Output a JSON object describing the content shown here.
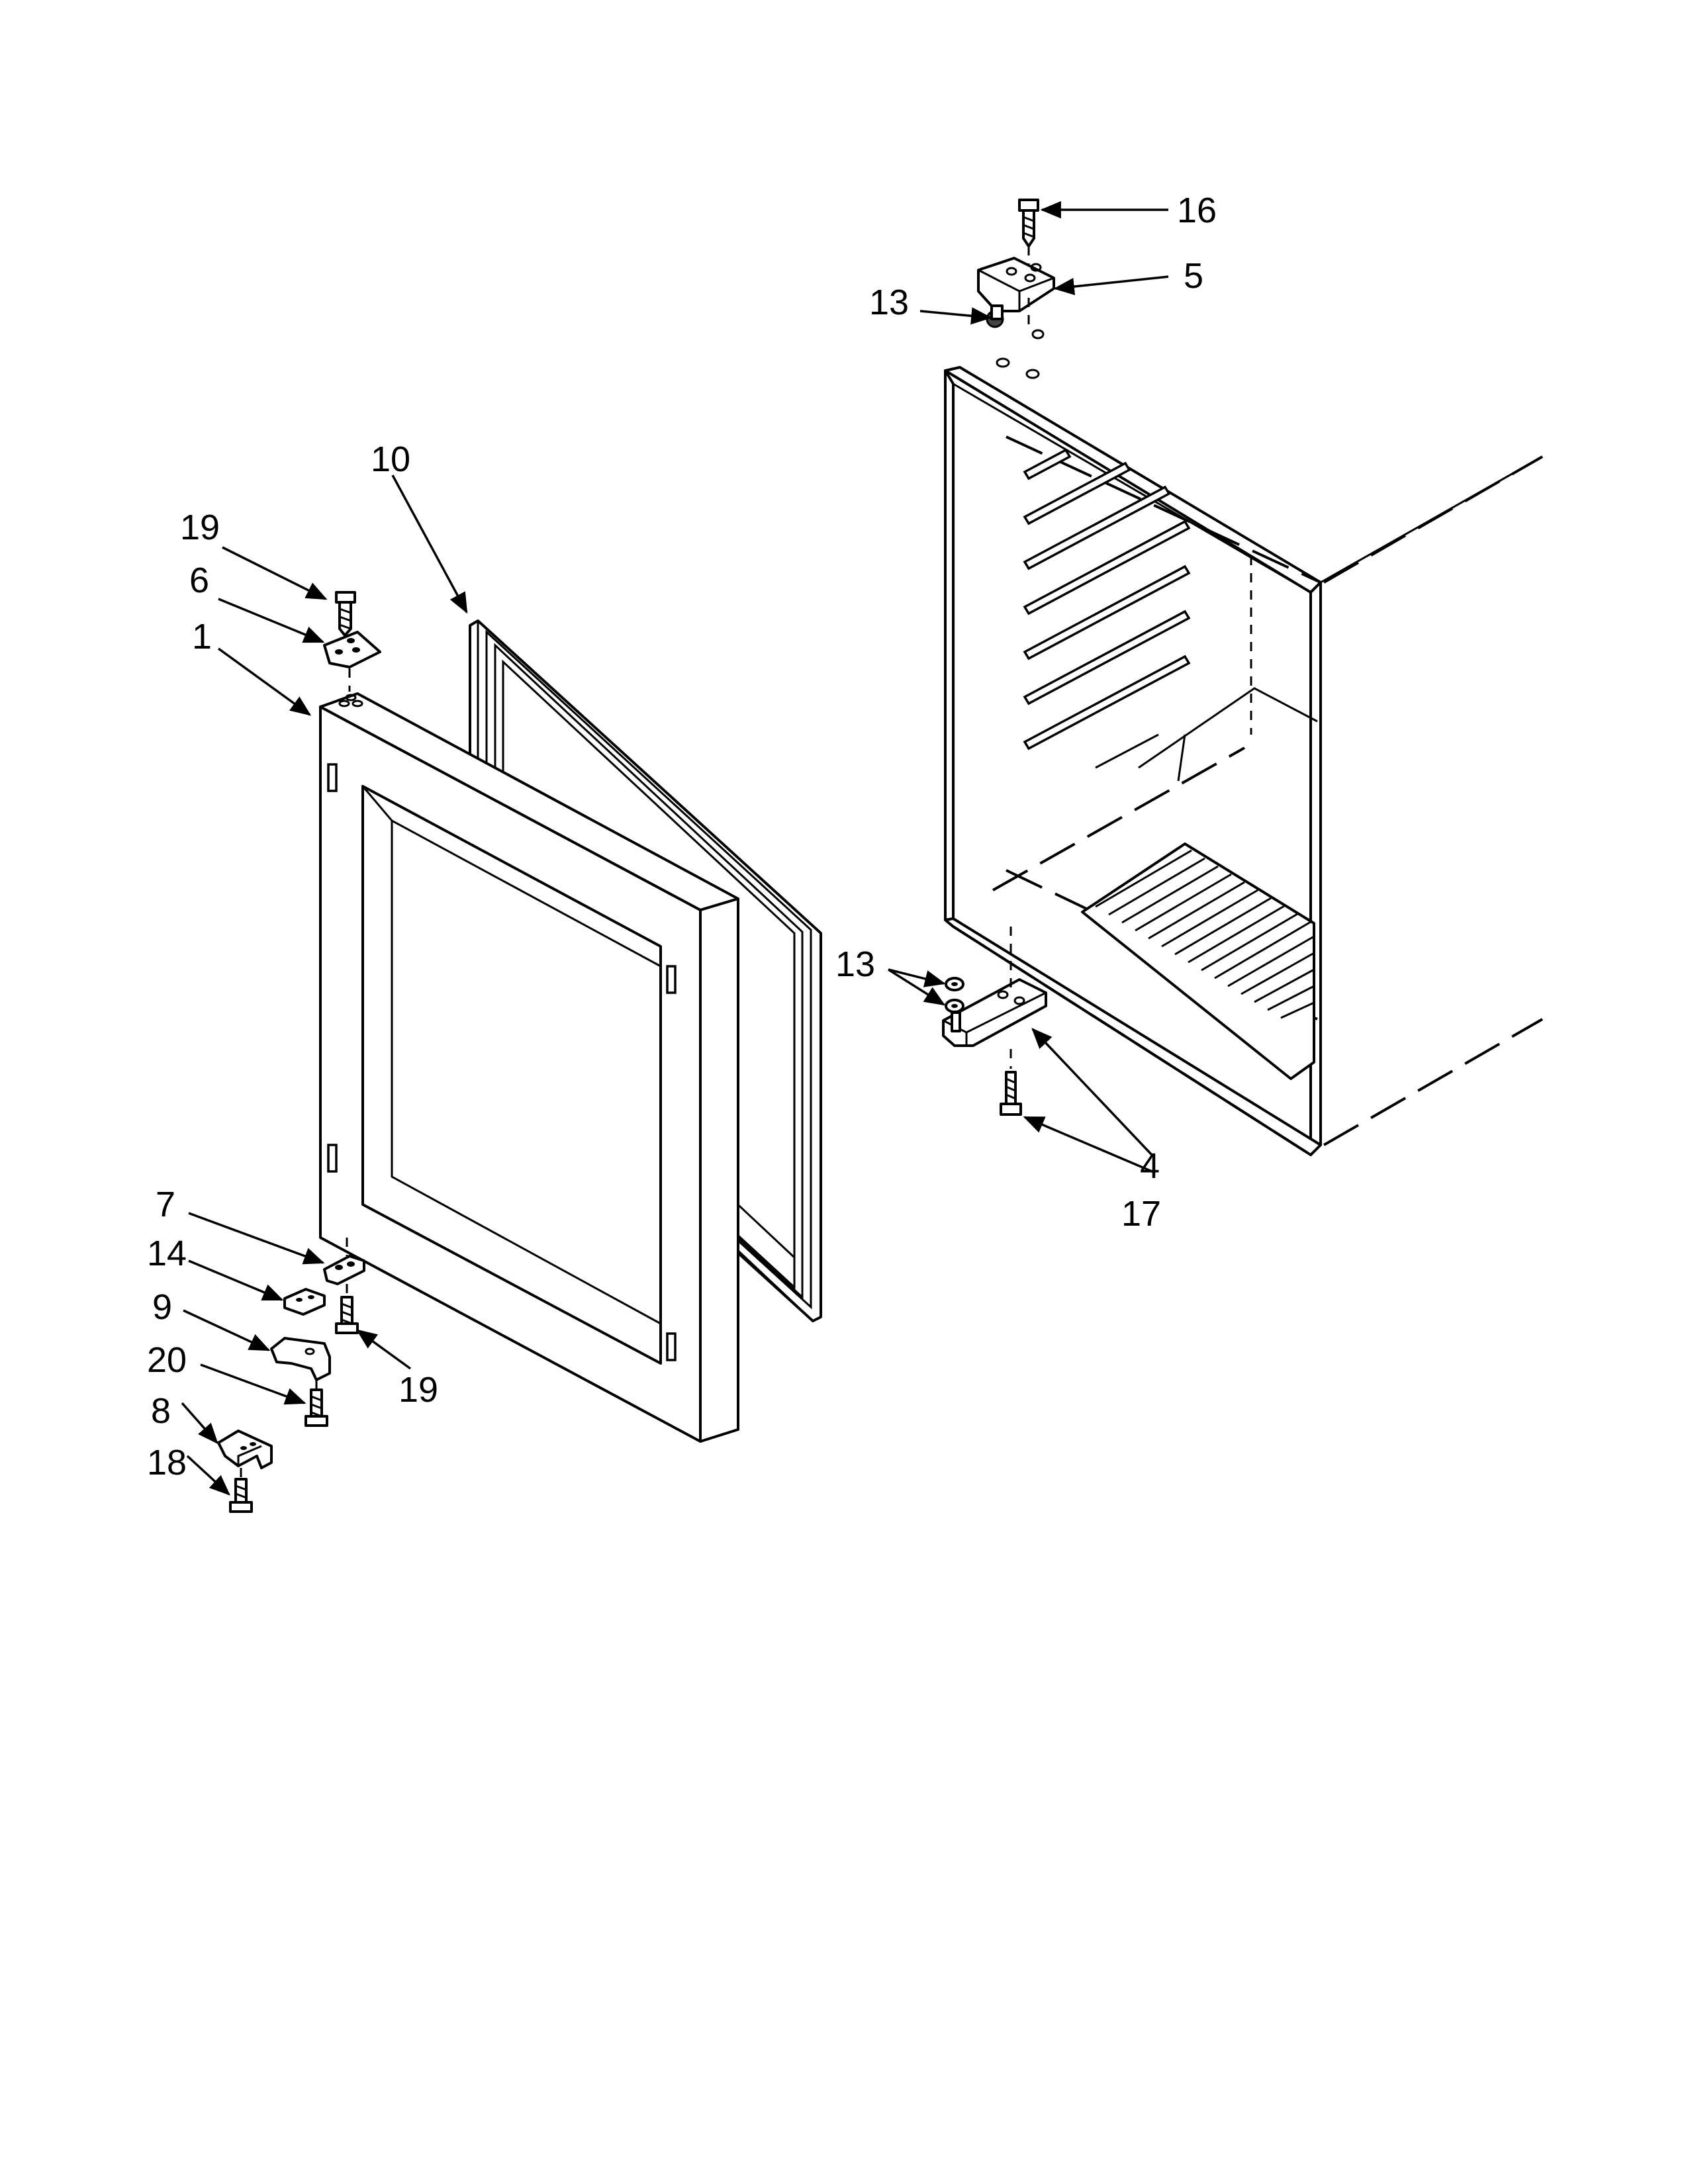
{
  "diagram": {
    "callouts": {
      "c1": "1",
      "c4": "4",
      "c5": "5",
      "c6": "6",
      "c7": "7",
      "c8": "8",
      "c9": "9",
      "c10": "10",
      "c13a": "13",
      "c13b": "13",
      "c14": "14",
      "c16": "16",
      "c17": "17",
      "c18": "18",
      "c19a": "19",
      "c19b": "19",
      "c20": "20"
    }
  }
}
